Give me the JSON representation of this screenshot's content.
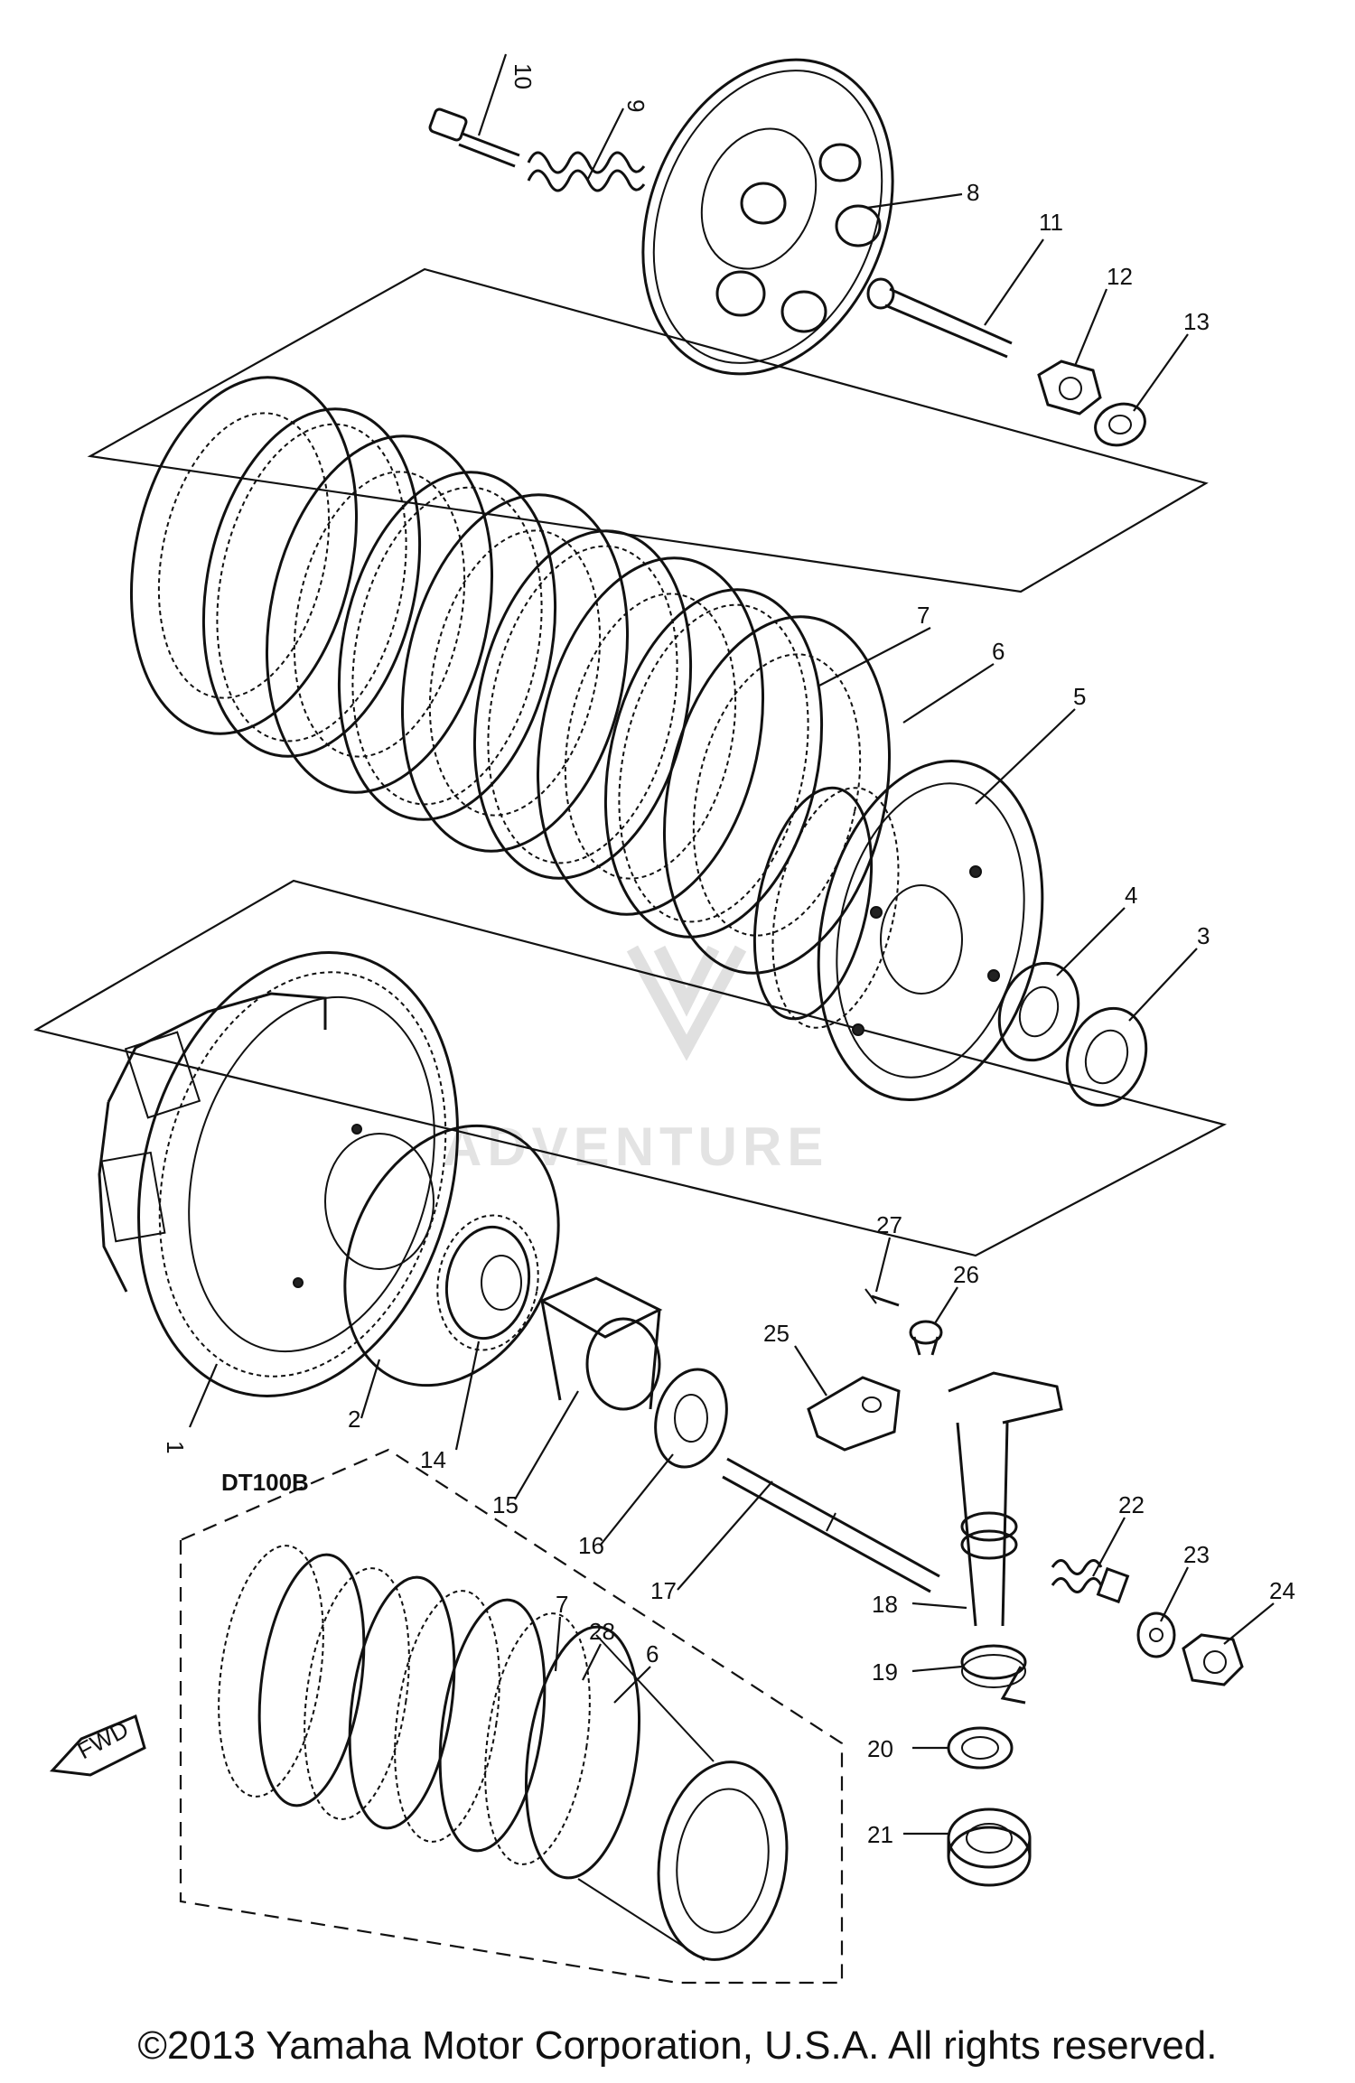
{
  "diagram": {
    "callouts": [
      {
        "id": "c1",
        "label": "1"
      },
      {
        "id": "c2",
        "label": "2"
      },
      {
        "id": "c3",
        "label": "3"
      },
      {
        "id": "c4",
        "label": "4"
      },
      {
        "id": "c5",
        "label": "5"
      },
      {
        "id": "c6",
        "label": "6"
      },
      {
        "id": "c7",
        "label": "7"
      },
      {
        "id": "c8",
        "label": "8"
      },
      {
        "id": "c9",
        "label": "9"
      },
      {
        "id": "c10",
        "label": "10"
      },
      {
        "id": "c11",
        "label": "11"
      },
      {
        "id": "c12",
        "label": "12"
      },
      {
        "id": "c13",
        "label": "13"
      },
      {
        "id": "c14",
        "label": "14"
      },
      {
        "id": "c15",
        "label": "15"
      },
      {
        "id": "c16",
        "label": "16"
      },
      {
        "id": "c17",
        "label": "17"
      },
      {
        "id": "c18",
        "label": "18"
      },
      {
        "id": "c19",
        "label": "19"
      },
      {
        "id": "c20",
        "label": "20"
      },
      {
        "id": "c21",
        "label": "21"
      },
      {
        "id": "c22",
        "label": "22"
      },
      {
        "id": "c23",
        "label": "23"
      },
      {
        "id": "c24",
        "label": "24"
      },
      {
        "id": "c25",
        "label": "25"
      },
      {
        "id": "c26",
        "label": "26"
      },
      {
        "id": "c27",
        "label": "27"
      },
      {
        "id": "c28",
        "label": "28"
      },
      {
        "id": "c7b",
        "label": "7"
      },
      {
        "id": "c6b",
        "label": "6"
      }
    ],
    "variant_label": "DT100B",
    "fwd_label": "FWD",
    "watermark": "ADVENTURE"
  },
  "footer": {
    "copyright": "©2013 Yamaha Motor Corporation, U.S.A. All rights reserved."
  }
}
